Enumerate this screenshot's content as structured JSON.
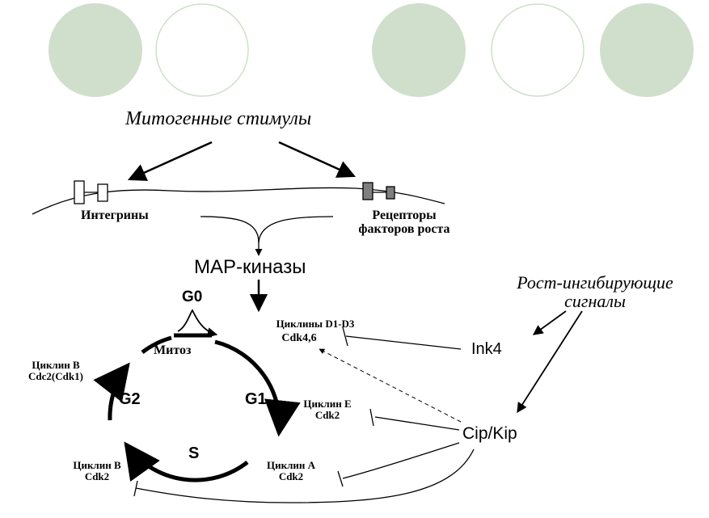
{
  "colors": {
    "accent_circle": "#cfdfcc",
    "line": "#000000",
    "membrane_receptor": "#7f7f7f"
  },
  "labels": {
    "mitogenic": "Митогенные стимулы",
    "integrins": "Интегрины",
    "receptors_1": "Рецепторы",
    "receptors_2": "факторов роста",
    "map_kinases": "МАР-киназы",
    "growth_inhibit_1": "Рост-ингибирующие",
    "growth_inhibit_2": "сигналы",
    "g0": "G0",
    "g1": "G1",
    "g2": "G2",
    "s": "S",
    "mitosis": "Митоз",
    "cyclin_d_1": "Циклины D1-D3",
    "cyclin_d_2": "Cdk4,6",
    "cyclin_e_1": "Циклин Е",
    "cyclin_e_2": "Cdk2",
    "cyclin_a_1": "Циклин А",
    "cyclin_a_2": "Cdk2",
    "cyclin_b_cdk2_1": "Циклин В",
    "cyclin_b_cdk2_2": "Cdk2",
    "cyclin_b_cdc2_1": "Циклин В",
    "cyclin_b_cdc2_2": "Cdc2(Cdk1)",
    "ink4": "Ink4",
    "cipkip": "Cip/Kip"
  }
}
